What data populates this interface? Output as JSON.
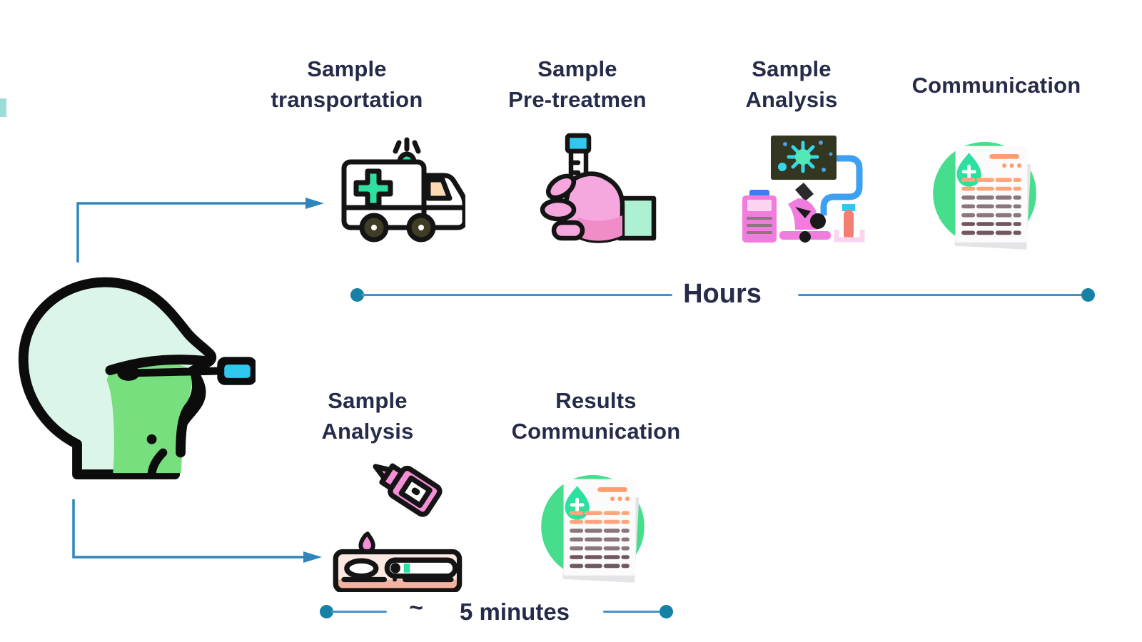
{
  "figure": {
    "icon": "throat-swab-head-icon"
  },
  "top_row": {
    "timeline_label": "Hours",
    "steps": [
      {
        "line1": "Sample",
        "line2": "transportation",
        "icon": "ambulance-icon"
      },
      {
        "line1": "Sample",
        "line2": "Pre-treatmen",
        "icon": "hand-holding-test-tube-icon"
      },
      {
        "line1": "Sample",
        "line2": "Analysis",
        "icon": "lab-analysis-microscope-icon"
      },
      {
        "line1": "Communication",
        "line2": "",
        "icon": "results-report-icon"
      }
    ]
  },
  "bottom_row": {
    "timeline_approx": "~",
    "timeline_label": "5 minutes",
    "steps": [
      {
        "line1": "Sample",
        "line2": "Analysis",
        "icon": "rapid-test-cassette-icon"
      },
      {
        "line1": "Results",
        "line2": "Communication",
        "icon": "results-report-icon"
      }
    ]
  },
  "colors": {
    "text": "#262b49",
    "timeline_line": "#4a90c8",
    "timeline_dot": "#1581a5",
    "arrow": "#2e86ba",
    "head_mint": "#dcf5e9",
    "head_green": "#77df7d",
    "accent_green": "#2ee0a0",
    "accent_cyan": "#2fc9ee",
    "pink": "#f6a7de",
    "magenta": "#f07ddd",
    "peach": "#ffd9b4",
    "orange": "#ff9d6e",
    "doc_circle_green": "#46dd8d"
  }
}
